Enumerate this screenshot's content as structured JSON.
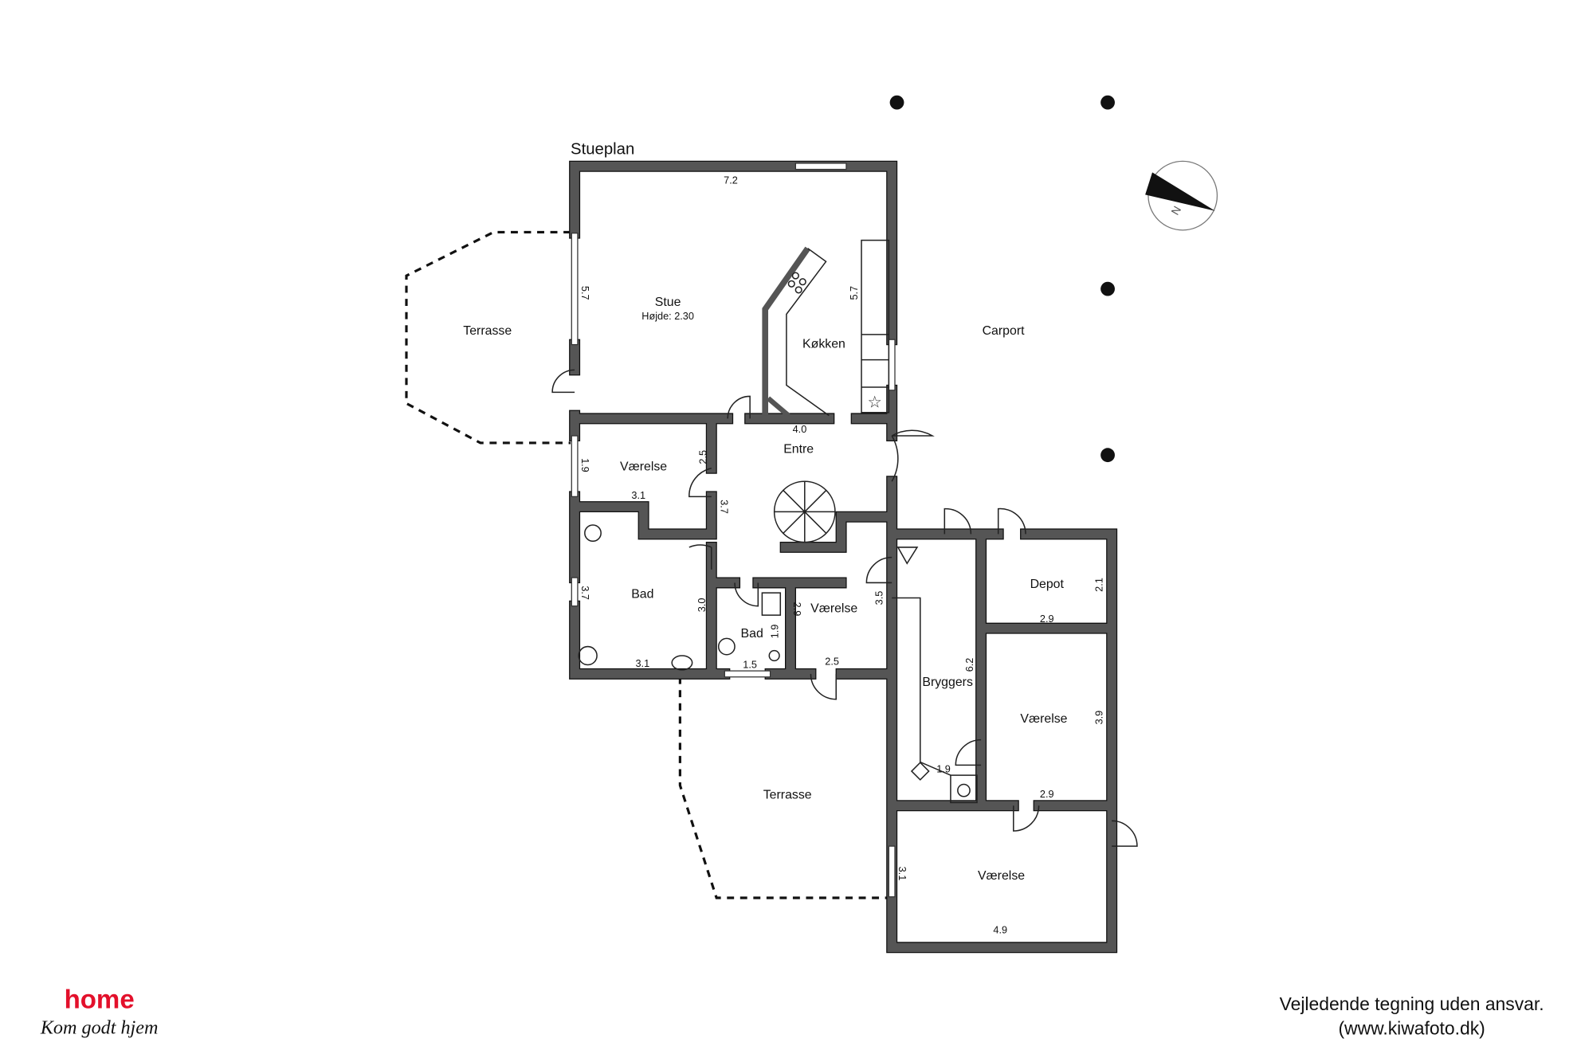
{
  "title": "Stueplan",
  "rooms": {
    "stue": "Stue",
    "stue_height": "Højde: 2.30",
    "kokken": "Køkken",
    "terrasse_left": "Terrasse",
    "carport": "Carport",
    "entre": "Entre",
    "vaerelse1": "Værelse",
    "bad1": "Bad",
    "bad2": "Bad",
    "vaerelse2": "Værelse",
    "bryggers": "Bryggers",
    "depot": "Depot",
    "vaerelse3": "Værelse",
    "vaerelse4": "Værelse",
    "terrasse_bottom": "Terrasse"
  },
  "dimensions": {
    "stue_w": "7.2",
    "stue_h": "5.7",
    "kokken_h": "5.7",
    "kokken_w": "4.0",
    "v1_h": "1.9",
    "v1_w": "3.1",
    "entre_a": "2.5",
    "entre_b": "3.7",
    "bad1_h": "3.7",
    "bad1_w": "3.1",
    "bad1_r": "3.0",
    "bad2_w": "1.5",
    "bad2_h": "1.9",
    "v2_h": "2.9",
    "v2_w": "2.5",
    "bryg_a": "3.5",
    "bryg_h": "6.2",
    "bryg_w": "1.9",
    "depot_h": "2.1",
    "depot_w": "2.9",
    "v3_h": "3.9",
    "v3_w": "2.9",
    "v4_h": "3.1",
    "v4_w": "4.9"
  },
  "logo": {
    "brand": "home",
    "tagline": "Kom godt hjem",
    "color": "#e3102b"
  },
  "disclaimer": {
    "line1": "Vejledende tegning uden ansvar.",
    "line2": "(www.kiwafoto.dk)"
  }
}
